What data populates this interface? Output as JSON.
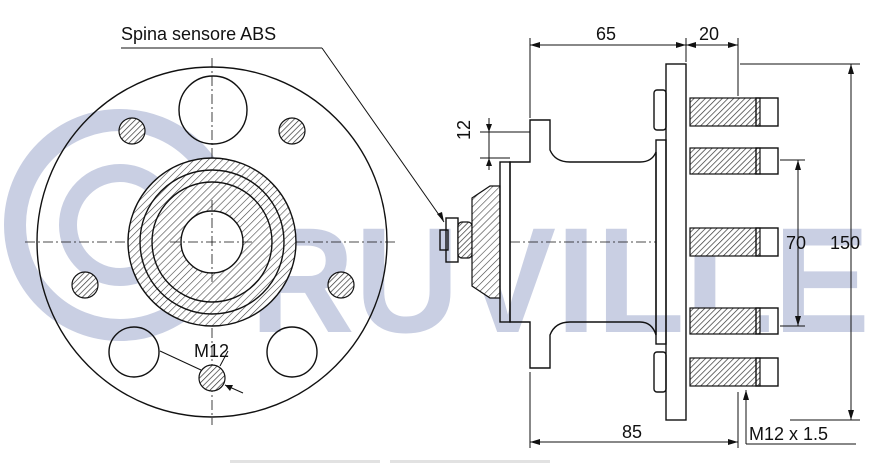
{
  "brand": {
    "watermark_text": "RUVILLE",
    "watermark_color": "#c9cfe3"
  },
  "labels": {
    "abs_sensor": "Spina sensore ABS",
    "bolt_thread": "M12",
    "thread_spec": "M12 x 1.5"
  },
  "dimensions": {
    "flange_width": "65",
    "stud_protrusion": "20",
    "pilot_height": "12",
    "bolt_circle": "70",
    "flange_diameter": "150",
    "overall_length": "85"
  },
  "colors": {
    "line": "#111111",
    "hatch": "#444444"
  }
}
